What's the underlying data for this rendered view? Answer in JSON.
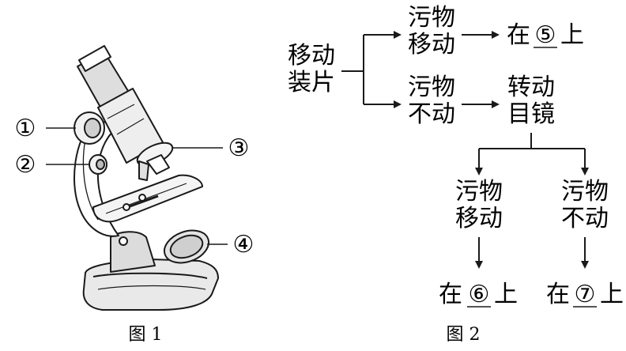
{
  "figure1": {
    "caption": "图 1",
    "markers": [
      "①",
      "②",
      "③",
      "④"
    ]
  },
  "figure2": {
    "caption": "图 2",
    "nodes": {
      "root": [
        "移动",
        "装片"
      ],
      "branch_moves": [
        "污物",
        "移动"
      ],
      "result_on_5": [
        "在",
        "⑤",
        "上"
      ],
      "branch_still": [
        "污物",
        "不动"
      ],
      "action_rotate": [
        "转动",
        "目镜"
      ],
      "sub_moves": [
        "污物",
        "移动"
      ],
      "sub_still": [
        "污物",
        "不动"
      ],
      "result_on_6": [
        "在",
        "⑥",
        "上"
      ],
      "result_on_7": [
        "在",
        "⑦",
        "上"
      ]
    }
  }
}
